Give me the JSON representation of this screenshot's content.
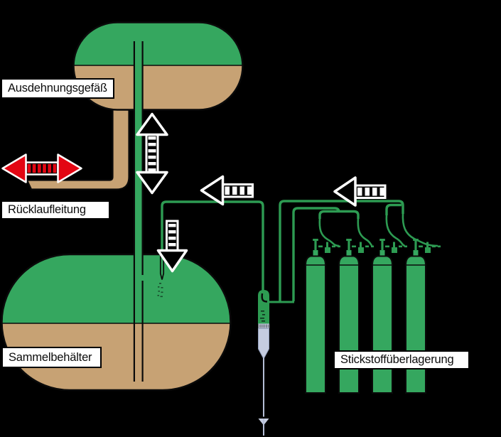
{
  "diagram": {
    "labels": {
      "expansion_vessel": "Ausdehnungsgefäß",
      "return_line": "Rücklaufleitung",
      "collection_tank": "Sammelbehälter",
      "nitrogen_blanketing": "Stickstoffüberlagerung"
    },
    "arrows": {
      "return_line_flow": "bidirectional-horizontal",
      "riser_flow": "bidirectional-vertical",
      "tank_inlet_flow": "down",
      "nitrogen_supply_flow_1": "left",
      "nitrogen_supply_flow_2": "left"
    },
    "equipment": {
      "nitrogen_cylinders": 4
    },
    "colors": {
      "background": "#000000",
      "gas_green_fill": "#35a75f",
      "pipe_green": "#2d9b52",
      "liquid_tan": "#c7a274",
      "return_arrow_red": "#e30613",
      "arrow_white": "#ffffff",
      "glass_gray": "#c5cce0",
      "outline_black": "#0a0a0a"
    }
  }
}
